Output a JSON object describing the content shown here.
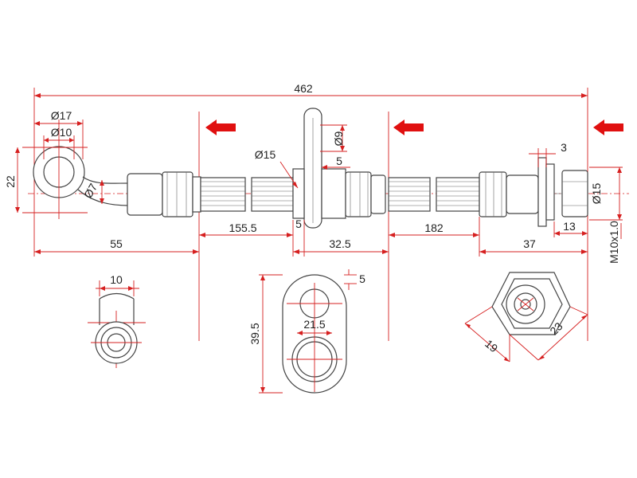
{
  "dimensions": {
    "total_length": "462",
    "eye_outer_diameter": "Ø17",
    "eye_inner_diameter": "Ø10",
    "bend_diameter": "Ø7",
    "eye_height": "22",
    "bracket_hole_diameter": "Ø9",
    "bracket_collar_diameter": "Ø15",
    "bracket_thickness_top": "5",
    "bracket_thickness_bottom": "5",
    "fitting_flange_width": "3",
    "fitting_diameter": "Ø15",
    "fitting_hex_length": "13",
    "thread_spec": "M10x1.0",
    "eye_to_arrow1": "55",
    "hose_segment_1": "155.5",
    "bracket_to_arrow2": "32.5",
    "hose_segment_2": "182",
    "fitting_length": "37",
    "eye_side_width": "10",
    "bracket_height": "39.5",
    "bracket_width": "21.5",
    "bracket_edge": "5",
    "hex_across_flats": "19",
    "hex_across_corners": "23"
  },
  "colors": {
    "dimension_lines": "#d62020",
    "arrows": "#e01010",
    "outline": "#444444"
  },
  "icons": [
    "arrow-left-icon",
    "arrow-left-icon",
    "arrow-left-icon"
  ]
}
